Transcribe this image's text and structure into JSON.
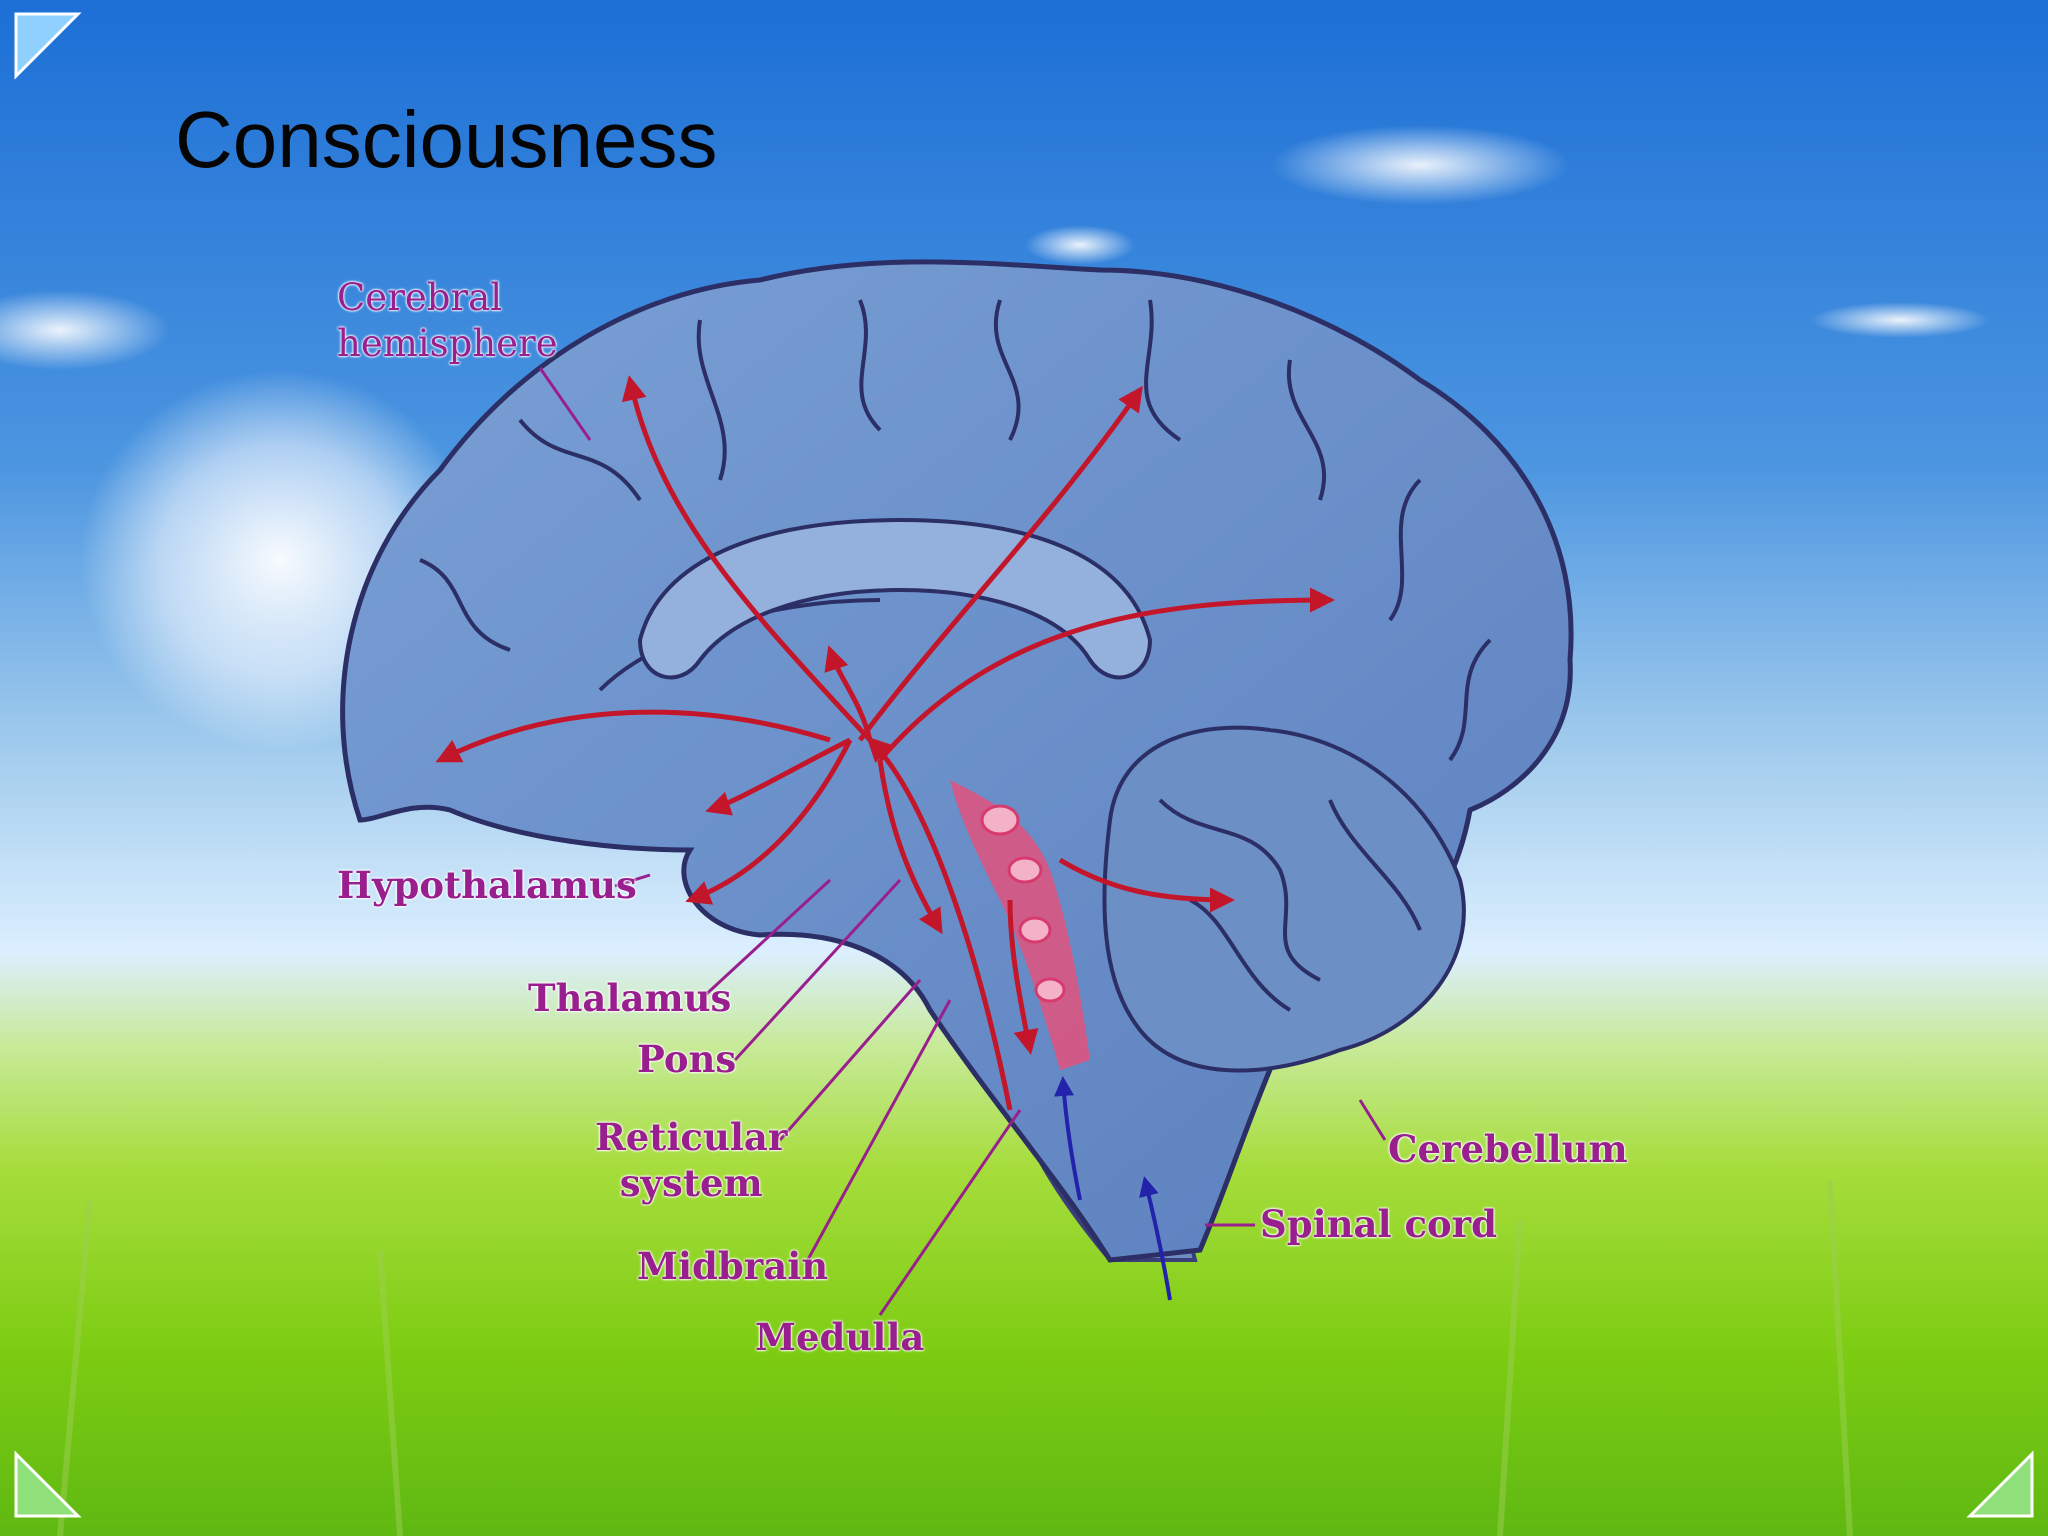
{
  "slide": {
    "title": "Consciousness"
  },
  "diagram": {
    "labels": {
      "cerebral_hemisphere_line1": "Cerebral",
      "cerebral_hemisphere_line2": "hemisphere",
      "hypothalamus": "Hypothalamus",
      "thalamus": "Thalamus",
      "pons": "Pons",
      "reticular_system_line1": "Reticular",
      "reticular_system_line2": "system",
      "midbrain": "Midbrain",
      "medulla": "Medulla",
      "cerebellum": "Cerebellum",
      "spinal_cord": "Spinal cord"
    }
  },
  "navigation": {
    "prev_icon": "triangle-top-left-icon",
    "first_icon": "triangle-bottom-left-icon",
    "next_icon": "triangle-bottom-right-icon"
  },
  "colors": {
    "sky": "#2f7fd8",
    "grass": "#7ccf18",
    "brain": "#6f93c9",
    "pathway": "#c4162a",
    "label": "#9a1f8e"
  }
}
